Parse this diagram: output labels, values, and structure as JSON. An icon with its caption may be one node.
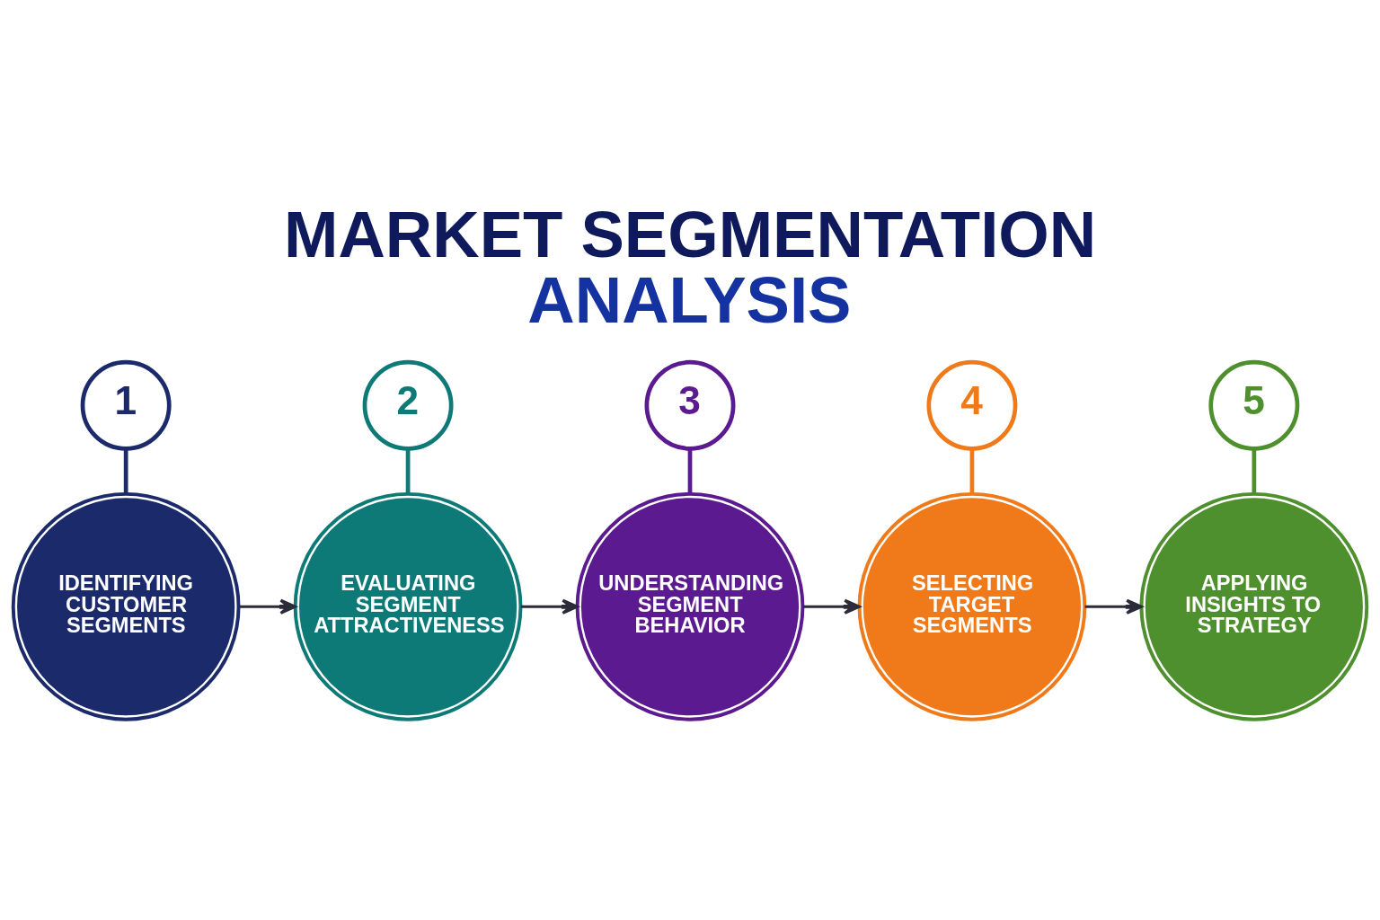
{
  "diagram": {
    "title": "MARKET SEGMENTATION ANALYSIS",
    "nodes": [
      {
        "text": [
          "1"
        ]
      },
      {
        "text": [
          "IDENTIFYING CUSTOMER SEGMENTS"
        ]
      },
      {
        "text": [
          "2"
        ]
      },
      {
        "text": [
          "EVALUATING SEGMENT ATTRACTIVENESS"
        ]
      },
      {
        "text": [
          "3"
        ]
      },
      {
        "text": [
          "UNDERSTANDING SEGMENT BEHAVIOR"
        ]
      },
      {
        "text": [
          "4"
        ]
      },
      {
        "text": [
          "SELECTING TARGET SEGMENTS"
        ]
      },
      {
        "text": [
          "5"
        ]
      },
      {
        "text": [
          "APPLYING INSIGHTS TO STRATEGY"
        ]
      }
    ],
    "edges": [
      {
        "from": 0,
        "to": 1,
        "arrow": "none",
        "color": "#1b2a6b"
      },
      {
        "from": 2,
        "to": 3,
        "arrow": "none",
        "color": "#0e7a78"
      },
      {
        "from": 4,
        "to": 5,
        "arrow": "none",
        "color": "#5b1a8f"
      },
      {
        "from": 6,
        "to": 7,
        "arrow": "none",
        "color": "#f07a1a"
      },
      {
        "from": 8,
        "to": 9,
        "arrow": "none",
        "color": "#4e8f2e"
      },
      {
        "from": 1,
        "to": 3,
        "arrow": "to"
      },
      {
        "from": 3,
        "to": 5,
        "arrow": "to"
      },
      {
        "from": 5,
        "to": 7,
        "arrow": "to"
      },
      {
        "from": 7,
        "to": 9,
        "arrow": "to"
      }
    ]
  }
}
